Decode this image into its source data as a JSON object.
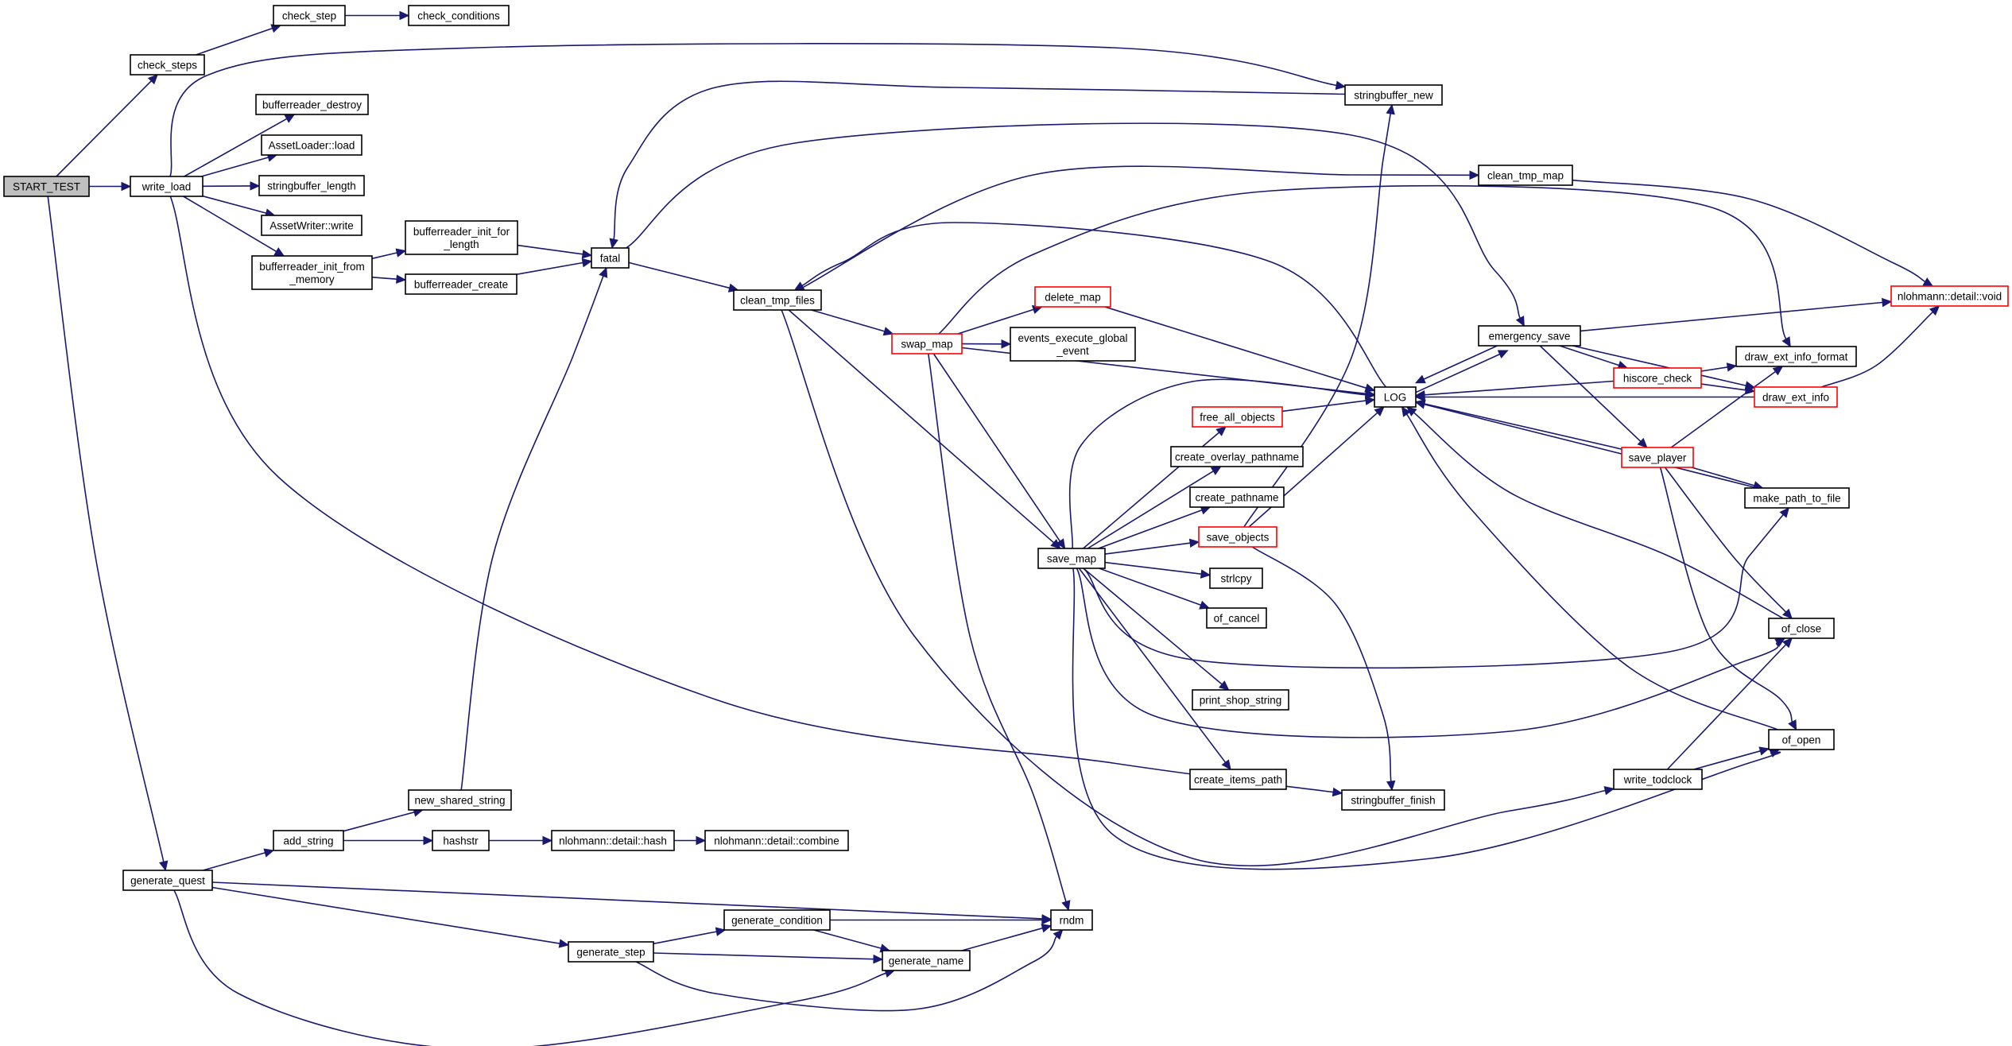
{
  "diagram": {
    "type": "call-graph",
    "colors": {
      "edge": "#191970",
      "node_border": "#000000",
      "node_border_highlight": "#ff0000",
      "root_fill": "#bfbfbf",
      "node_fill": "#ffffff"
    },
    "nodes": [
      {
        "id": "start_test",
        "lines": [
          "START_TEST"
        ],
        "style": "root"
      },
      {
        "id": "check_steps",
        "lines": [
          "check_steps"
        ]
      },
      {
        "id": "check_step",
        "lines": [
          "check_step"
        ]
      },
      {
        "id": "check_conditions",
        "lines": [
          "check_conditions"
        ]
      },
      {
        "id": "write_load",
        "lines": [
          "write_load"
        ]
      },
      {
        "id": "bufferreader_destroy",
        "lines": [
          "bufferreader_destroy"
        ]
      },
      {
        "id": "assetloader_load",
        "lines": [
          "AssetLoader::load"
        ]
      },
      {
        "id": "stringbuffer_length",
        "lines": [
          "stringbuffer_length"
        ]
      },
      {
        "id": "assetwriter_write",
        "lines": [
          "AssetWriter::write"
        ]
      },
      {
        "id": "bufferreader_init_from_memory",
        "lines": [
          "bufferreader_init_from",
          "_memory"
        ]
      },
      {
        "id": "bufferreader_init_for_length",
        "lines": [
          "bufferreader_init_for",
          "_length"
        ]
      },
      {
        "id": "bufferreader_create",
        "lines": [
          "bufferreader_create"
        ]
      },
      {
        "id": "fatal",
        "lines": [
          "fatal"
        ]
      },
      {
        "id": "stringbuffer_new",
        "lines": [
          "stringbuffer_new"
        ]
      },
      {
        "id": "clean_tmp_files",
        "lines": [
          "clean_tmp_files"
        ]
      },
      {
        "id": "clean_tmp_map",
        "lines": [
          "clean_tmp_map"
        ]
      },
      {
        "id": "swap_map",
        "lines": [
          "swap_map"
        ],
        "style": "red"
      },
      {
        "id": "delete_map",
        "lines": [
          "delete_map"
        ],
        "style": "red"
      },
      {
        "id": "events_execute_global_event",
        "lines": [
          "events_execute_global",
          "_event"
        ]
      },
      {
        "id": "log",
        "lines": [
          "LOG"
        ]
      },
      {
        "id": "emergency_save",
        "lines": [
          "emergency_save"
        ]
      },
      {
        "id": "nlohmann_void",
        "lines": [
          "nlohmann::detail::void"
        ],
        "style": "red"
      },
      {
        "id": "draw_ext_info_format",
        "lines": [
          "draw_ext_info_format"
        ]
      },
      {
        "id": "hiscore_check",
        "lines": [
          "hiscore_check"
        ],
        "style": "red"
      },
      {
        "id": "draw_ext_info",
        "lines": [
          "draw_ext_info"
        ],
        "style": "red"
      },
      {
        "id": "free_all_objects",
        "lines": [
          "free_all_objects"
        ],
        "style": "red"
      },
      {
        "id": "create_overlay_pathname",
        "lines": [
          "create_overlay_pathname"
        ]
      },
      {
        "id": "create_pathname",
        "lines": [
          "create_pathname"
        ]
      },
      {
        "id": "save_objects",
        "lines": [
          "save_objects"
        ],
        "style": "red"
      },
      {
        "id": "save_player",
        "lines": [
          "save_player"
        ],
        "style": "red"
      },
      {
        "id": "make_path_to_file",
        "lines": [
          "make_path_to_file"
        ]
      },
      {
        "id": "save_map",
        "lines": [
          "save_map"
        ]
      },
      {
        "id": "strlcpy",
        "lines": [
          "strlcpy"
        ]
      },
      {
        "id": "of_cancel",
        "lines": [
          "of_cancel"
        ]
      },
      {
        "id": "of_close",
        "lines": [
          "of_close"
        ]
      },
      {
        "id": "print_shop_string",
        "lines": [
          "print_shop_string"
        ]
      },
      {
        "id": "of_open",
        "lines": [
          "of_open"
        ]
      },
      {
        "id": "create_items_path",
        "lines": [
          "create_items_path"
        ]
      },
      {
        "id": "write_todclock",
        "lines": [
          "write_todclock"
        ]
      },
      {
        "id": "stringbuffer_finish",
        "lines": [
          "stringbuffer_finish"
        ]
      },
      {
        "id": "new_shared_string",
        "lines": [
          "new_shared_string"
        ]
      },
      {
        "id": "add_string",
        "lines": [
          "add_string"
        ]
      },
      {
        "id": "hashstr",
        "lines": [
          "hashstr"
        ]
      },
      {
        "id": "nlohmann_hash",
        "lines": [
          "nlohmann::detail::hash"
        ]
      },
      {
        "id": "nlohmann_combine",
        "lines": [
          "nlohmann::detail::combine"
        ]
      },
      {
        "id": "generate_quest",
        "lines": [
          "generate_quest"
        ]
      },
      {
        "id": "generate_condition",
        "lines": [
          "generate_condition"
        ]
      },
      {
        "id": "rndm",
        "lines": [
          "rndm"
        ]
      },
      {
        "id": "generate_step",
        "lines": [
          "generate_step"
        ]
      },
      {
        "id": "generate_name",
        "lines": [
          "generate_name"
        ]
      }
    ],
    "edges": [
      {
        "from": "start_test",
        "to": "check_steps"
      },
      {
        "from": "start_test",
        "to": "write_load"
      },
      {
        "from": "start_test",
        "to": "generate_quest"
      },
      {
        "from": "check_steps",
        "to": "check_step"
      },
      {
        "from": "check_step",
        "to": "check_conditions"
      },
      {
        "from": "write_load",
        "to": "stringbuffer_new"
      },
      {
        "from": "write_load",
        "to": "bufferreader_destroy"
      },
      {
        "from": "write_load",
        "to": "assetloader_load"
      },
      {
        "from": "write_load",
        "to": "stringbuffer_length"
      },
      {
        "from": "write_load",
        "to": "assetwriter_write"
      },
      {
        "from": "write_load",
        "to": "bufferreader_init_from_memory"
      },
      {
        "from": "write_load",
        "to": "stringbuffer_finish"
      },
      {
        "from": "bufferreader_init_from_memory",
        "to": "bufferreader_init_for_length"
      },
      {
        "from": "bufferreader_init_from_memory",
        "to": "bufferreader_create"
      },
      {
        "from": "bufferreader_init_for_length",
        "to": "fatal"
      },
      {
        "from": "bufferreader_create",
        "to": "fatal"
      },
      {
        "from": "fatal",
        "to": "clean_tmp_files"
      },
      {
        "from": "fatal",
        "to": "emergency_save"
      },
      {
        "from": "stringbuffer_new",
        "to": "fatal"
      },
      {
        "from": "clean_tmp_files",
        "to": "clean_tmp_map"
      },
      {
        "from": "clean_tmp_files",
        "to": "swap_map"
      },
      {
        "from": "clean_tmp_files",
        "to": "save_map"
      },
      {
        "from": "clean_tmp_files",
        "to": "write_todclock"
      },
      {
        "from": "clean_tmp_map",
        "to": "nlohmann_void"
      },
      {
        "from": "swap_map",
        "to": "delete_map"
      },
      {
        "from": "swap_map",
        "to": "events_execute_global_event"
      },
      {
        "from": "swap_map",
        "to": "log"
      },
      {
        "from": "swap_map",
        "to": "save_map"
      },
      {
        "from": "swap_map",
        "to": "rndm"
      },
      {
        "from": "swap_map",
        "to": "draw_ext_info_format"
      },
      {
        "from": "delete_map",
        "to": "log"
      },
      {
        "from": "log",
        "to": "clean_tmp_files"
      },
      {
        "from": "log",
        "to": "emergency_save"
      },
      {
        "from": "emergency_save",
        "to": "log"
      },
      {
        "from": "emergency_save",
        "to": "nlohmann_void"
      },
      {
        "from": "emergency_save",
        "to": "hiscore_check"
      },
      {
        "from": "emergency_save",
        "to": "draw_ext_info"
      },
      {
        "from": "emergency_save",
        "to": "save_player"
      },
      {
        "from": "hiscore_check",
        "to": "log"
      },
      {
        "from": "hiscore_check",
        "to": "draw_ext_info_format"
      },
      {
        "from": "hiscore_check",
        "to": "draw_ext_info"
      },
      {
        "from": "draw_ext_info",
        "to": "log"
      },
      {
        "from": "draw_ext_info",
        "to": "nlohmann_void"
      },
      {
        "from": "free_all_objects",
        "to": "log"
      },
      {
        "from": "save_objects",
        "to": "log"
      },
      {
        "from": "save_objects",
        "to": "stringbuffer_new"
      },
      {
        "from": "save_objects",
        "to": "stringbuffer_finish"
      },
      {
        "from": "save_player",
        "to": "log"
      },
      {
        "from": "save_player",
        "to": "draw_ext_info_format"
      },
      {
        "from": "save_player",
        "to": "make_path_to_file"
      },
      {
        "from": "save_player",
        "to": "of_close"
      },
      {
        "from": "save_player",
        "to": "of_open"
      },
      {
        "from": "make_path_to_file",
        "to": "log"
      },
      {
        "from": "of_close",
        "to": "log"
      },
      {
        "from": "of_open",
        "to": "log"
      },
      {
        "from": "write_todclock",
        "to": "of_close"
      },
      {
        "from": "write_todclock",
        "to": "of_open"
      },
      {
        "from": "save_map",
        "to": "log"
      },
      {
        "from": "save_map",
        "to": "free_all_objects"
      },
      {
        "from": "save_map",
        "to": "create_overlay_pathname"
      },
      {
        "from": "save_map",
        "to": "create_pathname"
      },
      {
        "from": "save_map",
        "to": "save_objects"
      },
      {
        "from": "save_map",
        "to": "strlcpy"
      },
      {
        "from": "save_map",
        "to": "of_cancel"
      },
      {
        "from": "save_map",
        "to": "make_path_to_file"
      },
      {
        "from": "save_map",
        "to": "of_close"
      },
      {
        "from": "save_map",
        "to": "print_shop_string"
      },
      {
        "from": "save_map",
        "to": "create_items_path"
      },
      {
        "from": "save_map",
        "to": "of_open"
      },
      {
        "from": "new_shared_string",
        "to": "fatal"
      },
      {
        "from": "add_string",
        "to": "new_shared_string"
      },
      {
        "from": "add_string",
        "to": "hashstr"
      },
      {
        "from": "hashstr",
        "to": "nlohmann_hash"
      },
      {
        "from": "nlohmann_hash",
        "to": "nlohmann_combine"
      },
      {
        "from": "generate_quest",
        "to": "add_string"
      },
      {
        "from": "generate_quest",
        "to": "rndm"
      },
      {
        "from": "generate_quest",
        "to": "generate_step"
      },
      {
        "from": "generate_quest",
        "to": "generate_name"
      },
      {
        "from": "generate_step",
        "to": "generate_condition"
      },
      {
        "from": "generate_step",
        "to": "generate_name"
      },
      {
        "from": "generate_step",
        "to": "rndm"
      },
      {
        "from": "generate_condition",
        "to": "rndm"
      },
      {
        "from": "generate_condition",
        "to": "generate_name"
      },
      {
        "from": "generate_name",
        "to": "rndm"
      }
    ]
  }
}
